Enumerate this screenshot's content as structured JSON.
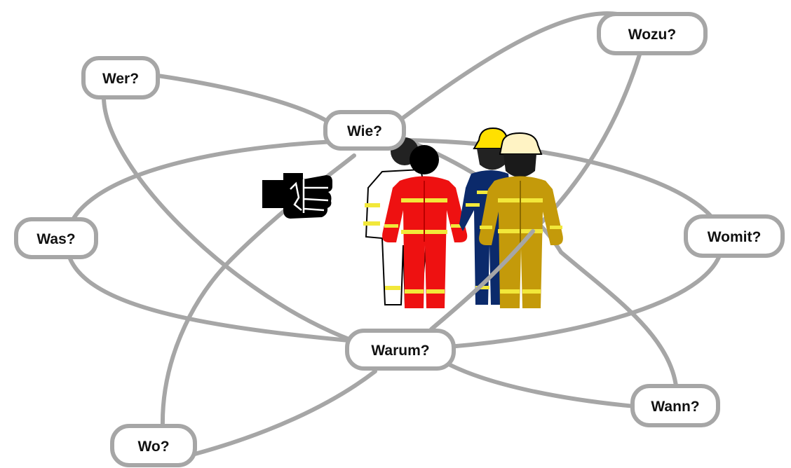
{
  "questions": {
    "wer": "Wer?",
    "wie": "Wie?",
    "wozu": "Wozu?",
    "was": "Was?",
    "womit": "Womit?",
    "warum": "Warum?",
    "wann": "Wann?",
    "wo": "Wo?"
  },
  "icons": [
    "fist-icon",
    "rescuer-white-figure",
    "rescuer-red-figure",
    "firefighter-navy-figure",
    "firefighter-gold-figure"
  ],
  "colors": {
    "orbit": "#a6a6a6",
    "bubble_border": "#a6a6a6",
    "suit_red": "#ee1111",
    "suit_navy": "#0b2a6b",
    "suit_gold": "#c49a0a",
    "reflective": "#f2e83a",
    "helmet_yellow": "#ffe000",
    "helmet_cream": "#fff3c4"
  }
}
